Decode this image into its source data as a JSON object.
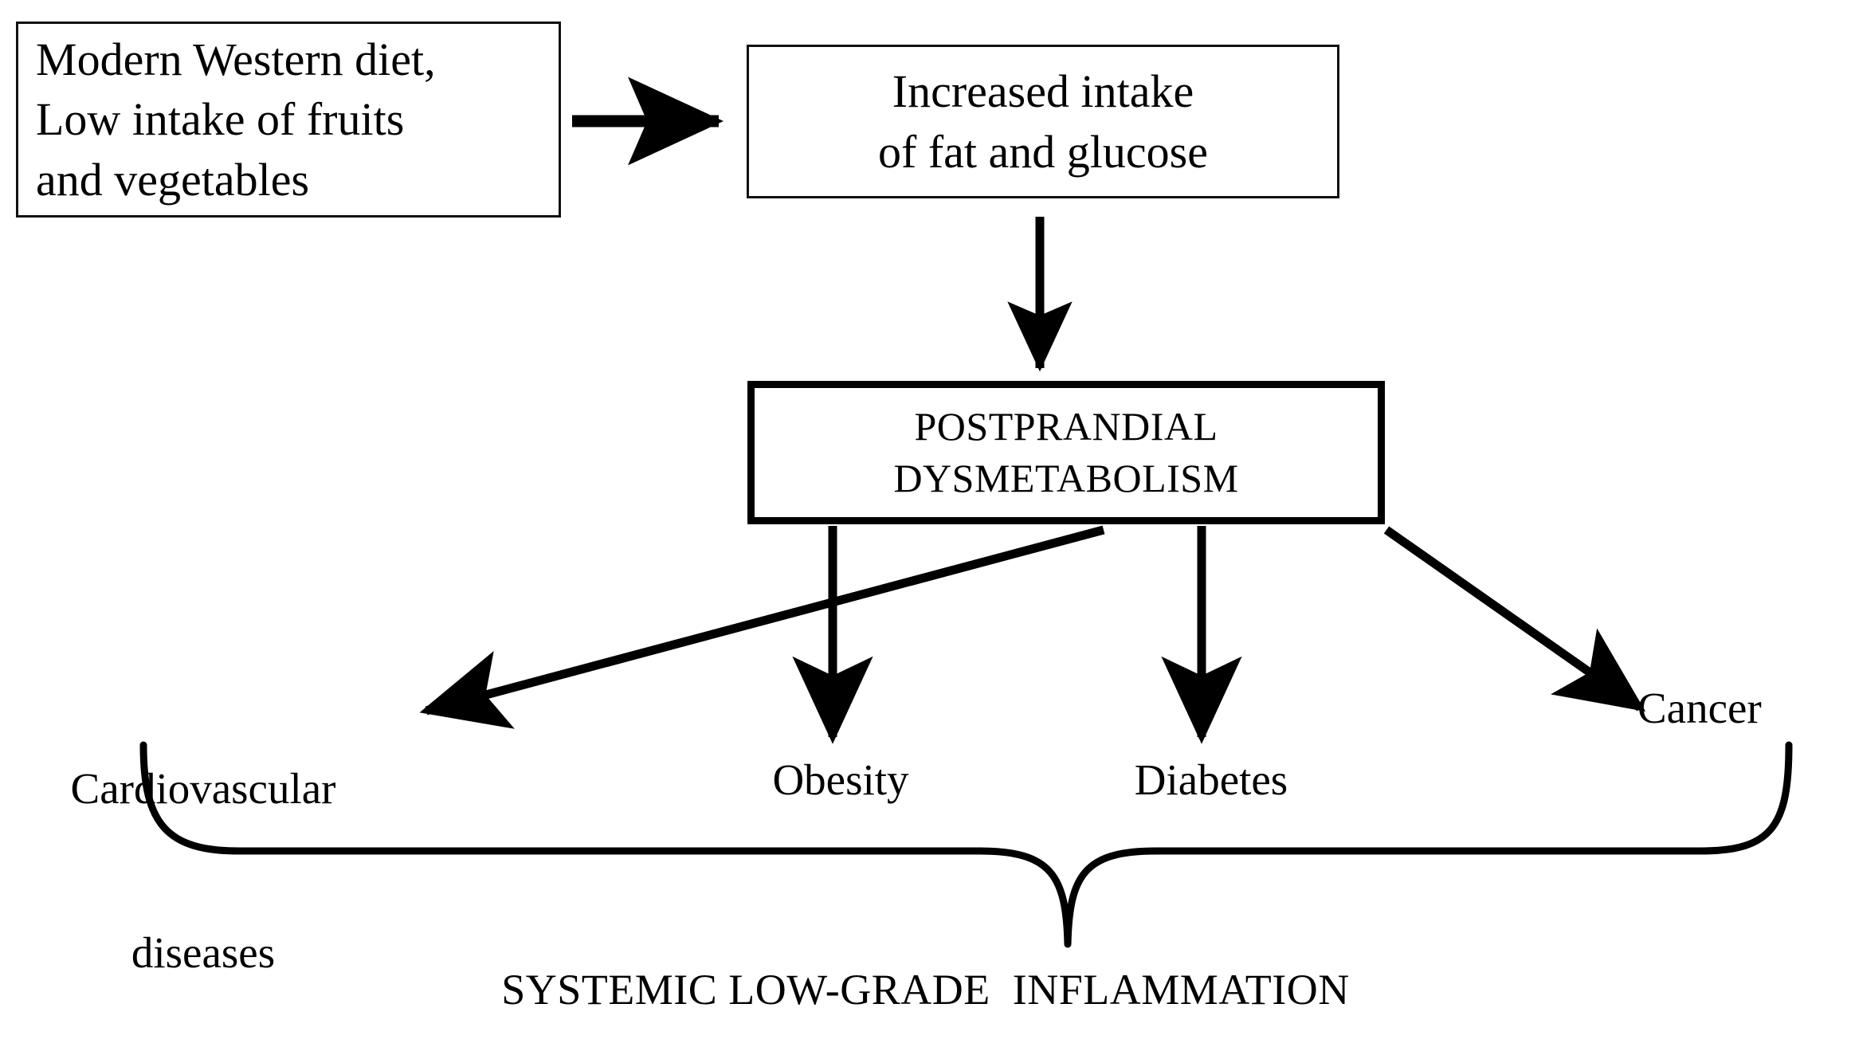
{
  "diagram": {
    "title": "Postprandial dysmetabolism flow diagram",
    "colors": {
      "ink": "#000000",
      "background": "#ffffff",
      "thin_border": "#111111"
    },
    "boxes": {
      "diet": {
        "line1": "Modern Western diet,",
        "line2": "Low intake of fruits",
        "line3": "and vegetables"
      },
      "intake": {
        "line1": "Increased intake",
        "line2": "of fat and glucose"
      },
      "dysmetabolism": {
        "line1": "POSTPRANDIAL",
        "line2": "DYSMETABOLISM"
      }
    },
    "outcomes": {
      "cardiovascular": {
        "line1": "Cardiovascular",
        "line2": "diseases"
      },
      "obesity": "Obesity",
      "diabetes": "Diabetes",
      "cancer": "Cancer"
    },
    "conclusion": "SYSTEMIC LOW-GRADE  INFLAMMATION"
  }
}
